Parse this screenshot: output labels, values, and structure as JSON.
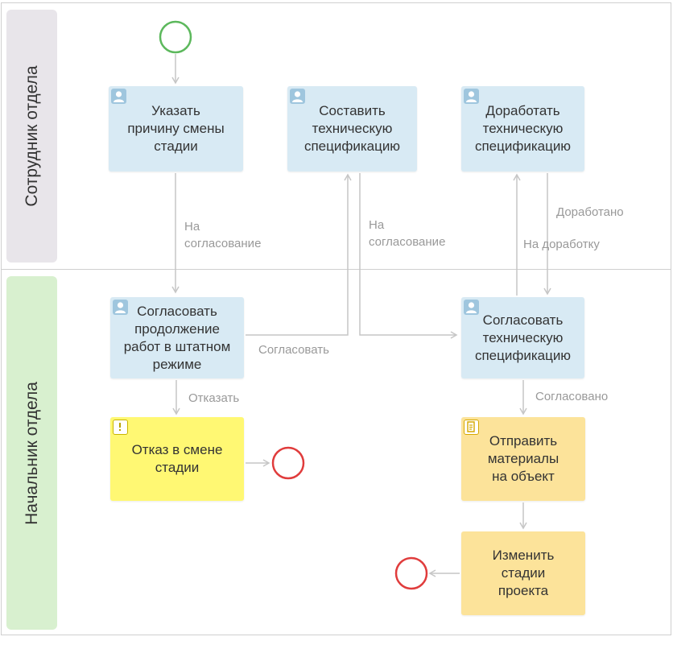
{
  "lanes": [
    {
      "id": "employee",
      "label": "Сотрудник отдела"
    },
    {
      "id": "head",
      "label": "Начальник отдела"
    }
  ],
  "nodes": {
    "specify_reason": "Указать\nпричину смены\nстадии",
    "compose_spec": "Составить\nтехническую\nспецификацию",
    "revise_spec": "Доработать\nтехническую\nспецификацию",
    "approve_continue": "Согласовать\nпродолжение\nработ в штатном\nрежиме",
    "approve_spec": "Согласовать\nтехническую\nспецификацию",
    "refuse_change": "Отказ в смене\nстадии",
    "send_materials": "Отправить\nматериалы\nна объект",
    "change_stages": "Изменить\nстадии\nпроекта"
  },
  "edges": {
    "to_approval_1": "На\nсогласование",
    "to_approval_2": "На\nсогласование",
    "revised": "Доработано",
    "to_revision": "На доработку",
    "approve": "Согласовать",
    "refuse": "Отказать",
    "approved": "Согласовано"
  },
  "colors": {
    "employee_lane": "#e8e5ea",
    "head_lane": "#d8f0cf",
    "task": "#d8eaf4",
    "alert_task": "#fff873",
    "script_task": "#fce39a",
    "start_event": "#5cb85c",
    "end_event": "#e03c3c",
    "connector": "#c6c6c6"
  },
  "icons": {
    "task": "user-icon",
    "alert_task": "alert-icon",
    "script_task": "script-icon"
  }
}
